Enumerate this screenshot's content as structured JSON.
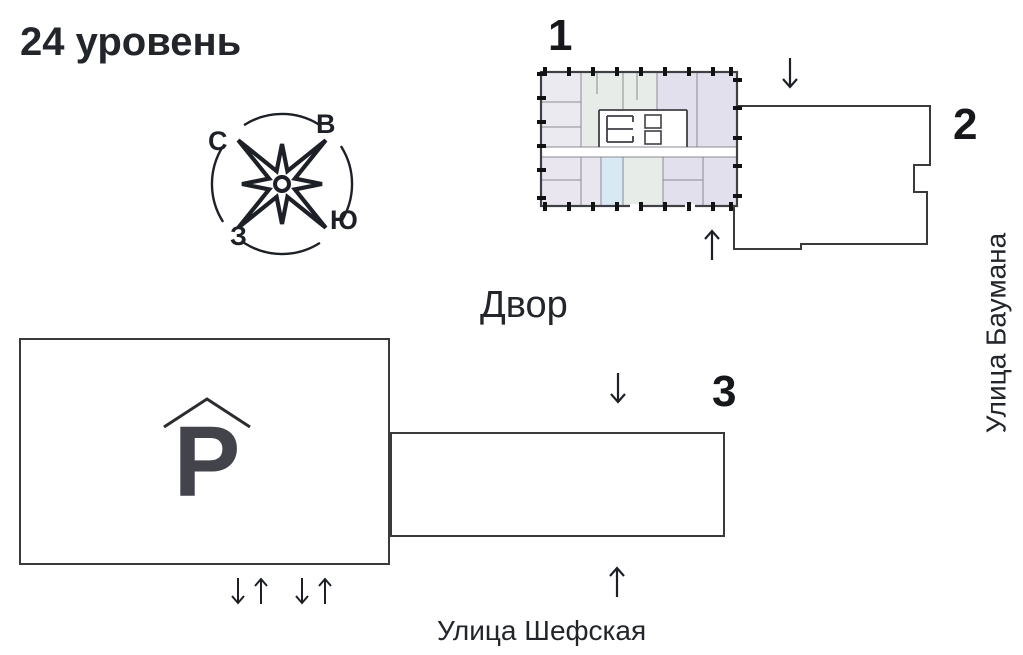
{
  "page": {
    "title": "24 уровень"
  },
  "compass": {
    "labels": {
      "n": "С",
      "e": "В",
      "s": "Ю",
      "w": "З"
    }
  },
  "buildings": [
    {
      "id": "building-1",
      "label": "1"
    },
    {
      "id": "building-2",
      "label": "2"
    },
    {
      "id": "building-3",
      "label": "3"
    }
  ],
  "parking": {
    "symbol": "P"
  },
  "courtyard": {
    "label": "Двор"
  },
  "streets": {
    "right": "Улица Баумана",
    "bottom": "Улица Шефская"
  },
  "icons": {
    "arrow_down": "↓",
    "arrow_up": "↑",
    "parking_roof": "chevron-roof",
    "compass_rose": "eight-point-star"
  },
  "colors": {
    "ink": "#1d2026",
    "building_outline": "#3a3a3a",
    "plan_wall": "#3f3f46",
    "plan_column_tick": "#121212",
    "room_mint": "#e7ece8",
    "room_lavender": "#e3e0ed",
    "room_blue": "#d9e9f4",
    "room_pale_gray": "#eceaf1"
  }
}
